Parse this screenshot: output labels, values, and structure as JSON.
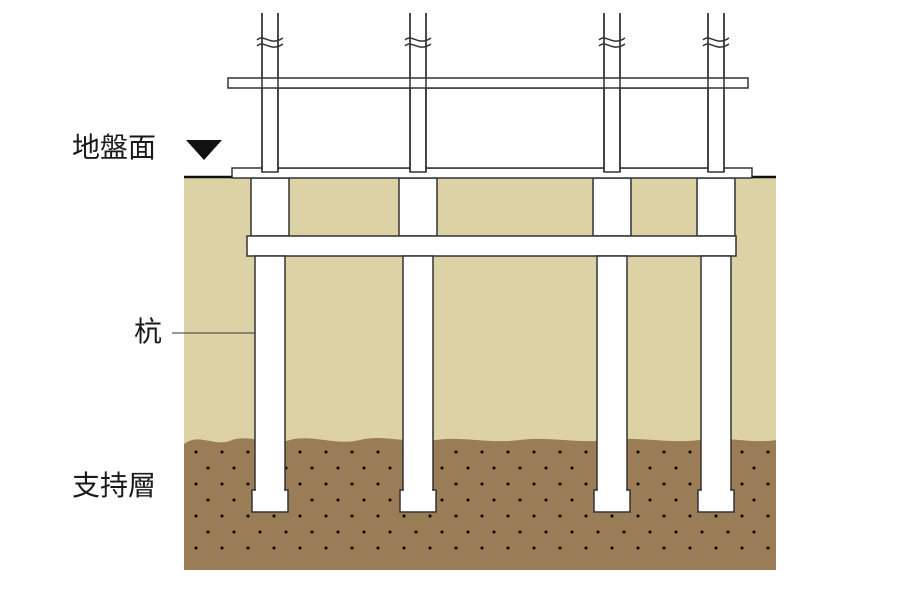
{
  "labels": {
    "ground_surface": "地盤面",
    "pile": "杭",
    "bearing_layer": "支持層"
  },
  "colors": {
    "upper_soil": "#ddd2a6",
    "bearing_soil": "#9a7d57",
    "bearing_dots": "#111111",
    "structure_fill": "#ffffff",
    "structure_stroke": "#333333",
    "ground_marker": "#111111"
  },
  "icons": {
    "ground_marker": "down-triangle-icon",
    "break_mark": "break-wave-icon"
  },
  "counts": {
    "piles": 4
  }
}
